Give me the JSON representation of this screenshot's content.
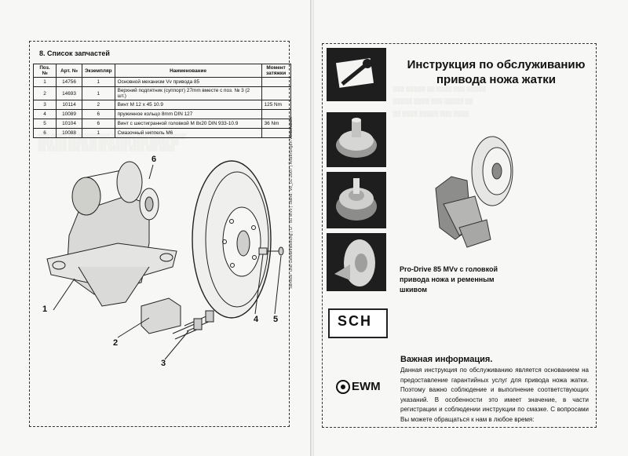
{
  "parts_list": {
    "title": "8. Список запчастей",
    "headers": [
      "Поз. №",
      "Арт. №",
      "Экземпляр",
      "Наименование",
      "Момент затяжки"
    ],
    "rows": [
      [
        "1",
        "14756",
        "1",
        "Основной механизм Vv привода 85",
        ""
      ],
      [
        "2",
        "14693",
        "1",
        "Верхний подпятник (суппорт) 27mm вместе с поз. № 3 (2 шт.)",
        ""
      ],
      [
        "3",
        "10114",
        "2",
        "Винт М 12 х 45 10.9",
        "125 Nm"
      ],
      [
        "4",
        "10089",
        "6",
        "пружинное кольцо 8mm DIN 127",
        ""
      ],
      [
        "5",
        "10104",
        "6",
        "Винт с шестигранной головкой М 8х20 DIN 933-10.9",
        "36 Nm"
      ],
      [
        "6",
        "10088",
        "1",
        "Смазочный ниппель М6",
        ""
      ]
    ]
  },
  "callouts": [
    "1",
    "2",
    "3",
    "4",
    "5",
    "6"
  ],
  "side_note": "Service- und Gewährleistung | D · 85 MVv | Stand: Vo_01-2007 | Änderungen vorbehalten",
  "instruction": {
    "title_line1": "Инструкция по обслуживанию",
    "title_line2": "привода ножа жатки",
    "caption": "Pro-Drive 85 MVv с головкой привода ножа и ременным шкивом",
    "important_title": "Важная информация.",
    "important_text": "Данная инструкция по обслуживанию является основанием на предоставление гарантийных услуг для привода ножа жатки. Поэтому важно соблюдение и выполнение соответствующих указаний. В особенности это имеет значение, в части регистрации и соблюдении инструкции по смазке. С вопросами Вы можете обращаться к нам в любое время:"
  },
  "logos": {
    "sch": "SCH",
    "ewm": "EWM"
  },
  "icons": [
    "wrench-manual-icon",
    "drive-photo-1",
    "drive-photo-2",
    "drive-photo-3",
    "sch-logo",
    "ewm-logo"
  ],
  "colors": {
    "ink": "#111111",
    "tile": "#1e1e1e",
    "paper": "#f7f7f5"
  }
}
